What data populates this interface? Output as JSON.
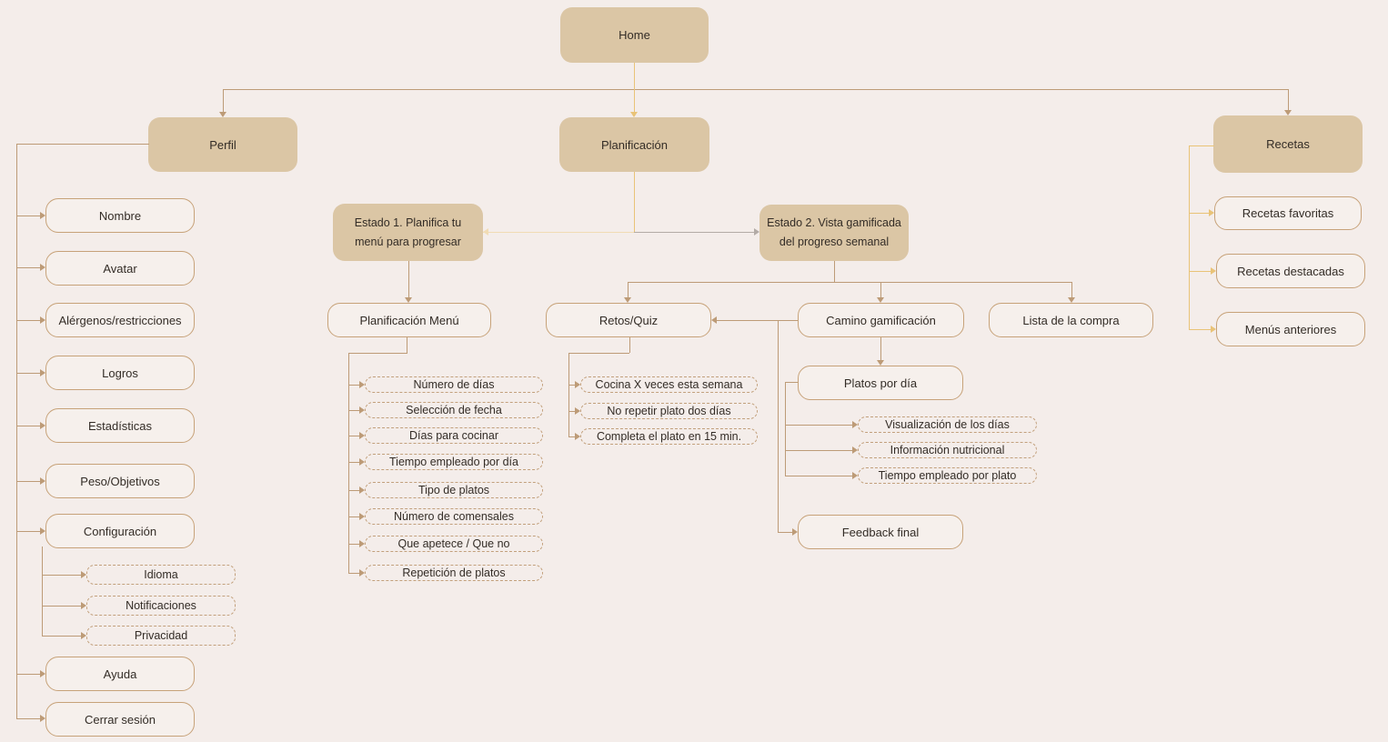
{
  "palette": {
    "background": "#F4EDEA",
    "node_fill": "#DBC6A5",
    "node_text": "#332C26",
    "outline_border": "#C7A279",
    "dashed_border": "#C2A07C",
    "line_tan": "#BD9B77",
    "line_yellow": "#E9C377",
    "line_pale_yellow": "#F1DCB4",
    "line_gray": "#B3ABA6"
  },
  "nodes": {
    "home": {
      "label": "Home"
    },
    "perfil": {
      "label": "Perfil"
    },
    "planificacion": {
      "label": "Planificación"
    },
    "recetas": {
      "label": "Recetas"
    },
    "estado1": {
      "line1": "Estado 1. Planifica tu",
      "line2": "menú para progresar"
    },
    "estado2": {
      "line1": "Estado 2. Vista gamificada",
      "line2": "del progreso semanal"
    },
    "planificacion_menu": {
      "label": "Planificación Menú"
    },
    "retos_quiz": {
      "label": "Retos/Quiz"
    },
    "camino_gamificacion": {
      "label": "Camino gamificación"
    },
    "lista_compra": {
      "label": "Lista de la compra"
    },
    "platos_por_dia": {
      "label": "Platos por día"
    },
    "feedback_final": {
      "label": "Feedback final"
    }
  },
  "perfil_items": [
    "Nombre",
    "Avatar",
    "Alérgenos/restricciones",
    "Logros",
    "Estadísticas",
    "Peso/Objetivos",
    "Configuración",
    "Ayuda",
    "Cerrar sesión"
  ],
  "configuracion_items": [
    "Idioma",
    "Notificaciones",
    "Privacidad"
  ],
  "menu_items": [
    "Número de días",
    "Selección de fecha",
    "Días para cocinar",
    "Tiempo empleado por día",
    "Tipo de platos",
    "Número de comensales",
    "Que apetece / Que no",
    "Repetición de platos"
  ],
  "retos_items": [
    "Cocina X veces esta semana",
    "No repetir plato dos días",
    "Completa el plato en 15 min."
  ],
  "platos_items": [
    "Visualización de los días",
    "Información nutricional",
    "Tiempo empleado por plato"
  ],
  "recetas_items": [
    "Recetas favoritas",
    "Recetas destacadas",
    "Menús anteriores"
  ]
}
